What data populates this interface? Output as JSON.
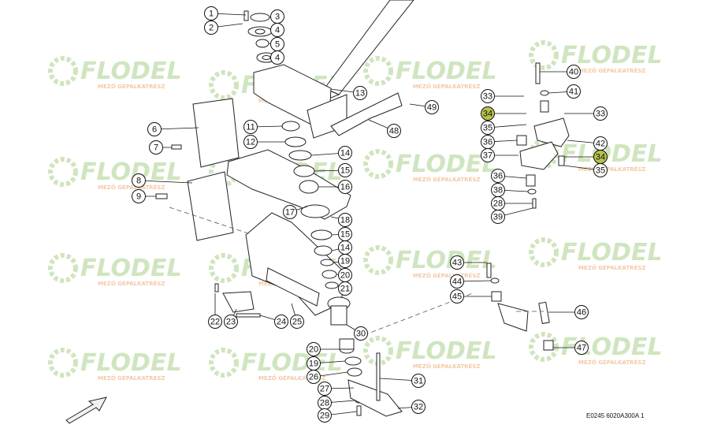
{
  "watermark": {
    "brand": "FLODEL",
    "tagline": "MEZŐ GÉPALKATRÉSZ"
  },
  "drawing_ref": "E0245 6020A300A 1",
  "highlight_color": "#b9c24a"
}
